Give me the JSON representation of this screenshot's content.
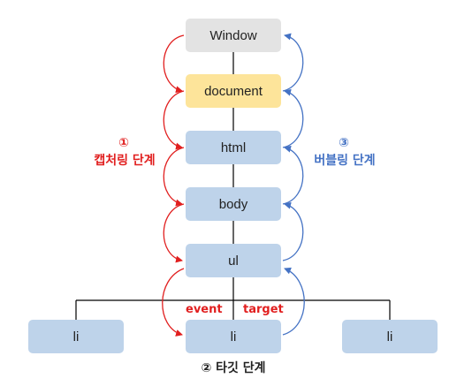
{
  "nodes": {
    "window": "Window",
    "document": "document",
    "html": "html",
    "body": "body",
    "ul": "ul",
    "li_left": "li",
    "li_center": "li",
    "li_right": "li"
  },
  "phases": {
    "capturing": {
      "number": "①",
      "label": "캡처링 단계"
    },
    "bubbling": {
      "number": "③",
      "label": "버블링 단계"
    },
    "target": {
      "label": "② 타깃 단계"
    }
  },
  "target_labels": {
    "event": "event",
    "target": "target"
  },
  "colors": {
    "capture_arrow": "#e11f1f",
    "bubble_arrow": "#4472c4",
    "window_box": "#e3e3e3",
    "document_box": "#fde49a",
    "element_box": "#bed3ea"
  }
}
